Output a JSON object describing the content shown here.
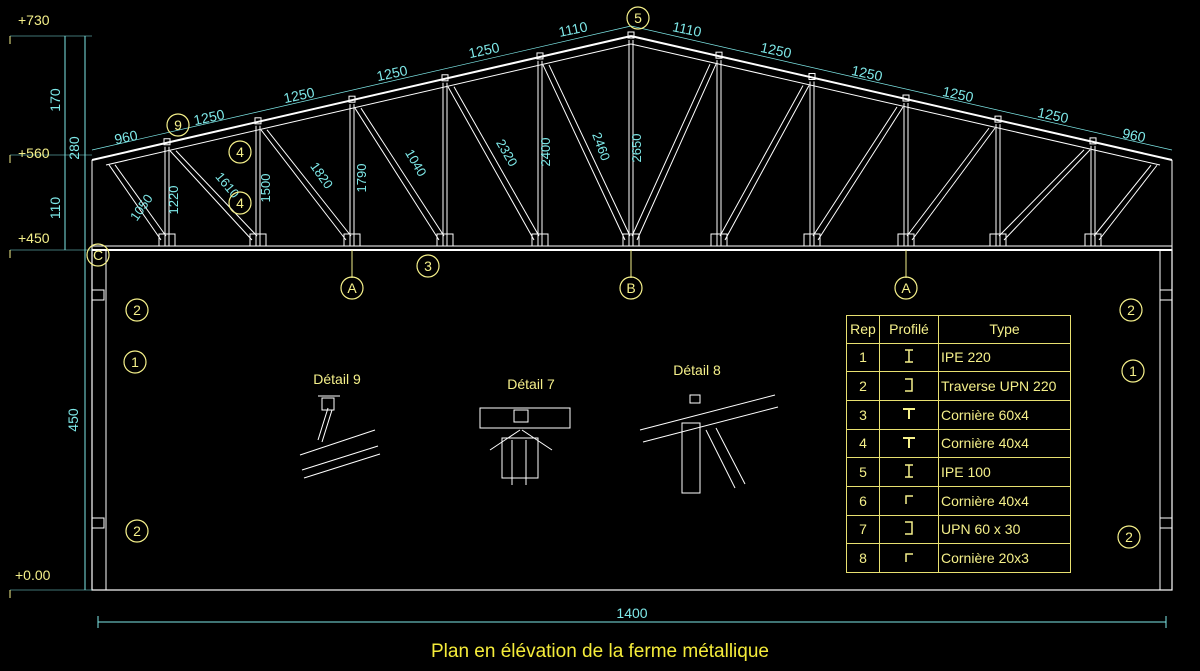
{
  "title": "Plan en élévation de la ferme métallique",
  "colors": {
    "background": "#000000",
    "structure": "#ffffff",
    "dimension": "#7ee8e8",
    "label": "#f5f08a",
    "title": "#f5ec3a"
  },
  "levels": [
    "+730",
    "+560",
    "+450",
    "+0.00"
  ],
  "vertical_dims": [
    "170",
    "280",
    "110",
    "450"
  ],
  "total_span": "1400",
  "chord_dims_left": [
    "960",
    "1250",
    "1250",
    "1250",
    "1250",
    "1110"
  ],
  "chord_dims_right": [
    "1110",
    "1250",
    "1250",
    "1250",
    "1250",
    "960"
  ],
  "member_dims": [
    "1050",
    "1220",
    "1610",
    "1500",
    "1820",
    "1790",
    "1040",
    "2320",
    "2400",
    "2460",
    "2650"
  ],
  "axes": [
    "A",
    "B",
    "A",
    "C"
  ],
  "markers": [
    "5",
    "9",
    "4",
    "4",
    "3",
    "2",
    "1",
    "2",
    "2",
    "1",
    "2"
  ],
  "details": [
    "Détail 9",
    "Détail 7",
    "Détail 8"
  ],
  "table": {
    "headers": [
      "Rep",
      "Profilé",
      "Type"
    ],
    "rows": [
      {
        "rep": "1",
        "icon": "i-beam-icon",
        "type": "IPE 220"
      },
      {
        "rep": "2",
        "icon": "channel-icon",
        "type": "Traverse UPN 220"
      },
      {
        "rep": "3",
        "icon": "tee-icon",
        "type": "Cornière 60x4"
      },
      {
        "rep": "4",
        "icon": "tee-icon",
        "type": "Cornière 40x4"
      },
      {
        "rep": "5",
        "icon": "i-beam-icon",
        "type": "IPE 100"
      },
      {
        "rep": "6",
        "icon": "angle-icon",
        "type": "Cornière 40x4"
      },
      {
        "rep": "7",
        "icon": "channel-icon",
        "type": "UPN 60 x 30"
      },
      {
        "rep": "8",
        "icon": "angle-icon",
        "type": "Cornière 20x3"
      }
    ]
  }
}
